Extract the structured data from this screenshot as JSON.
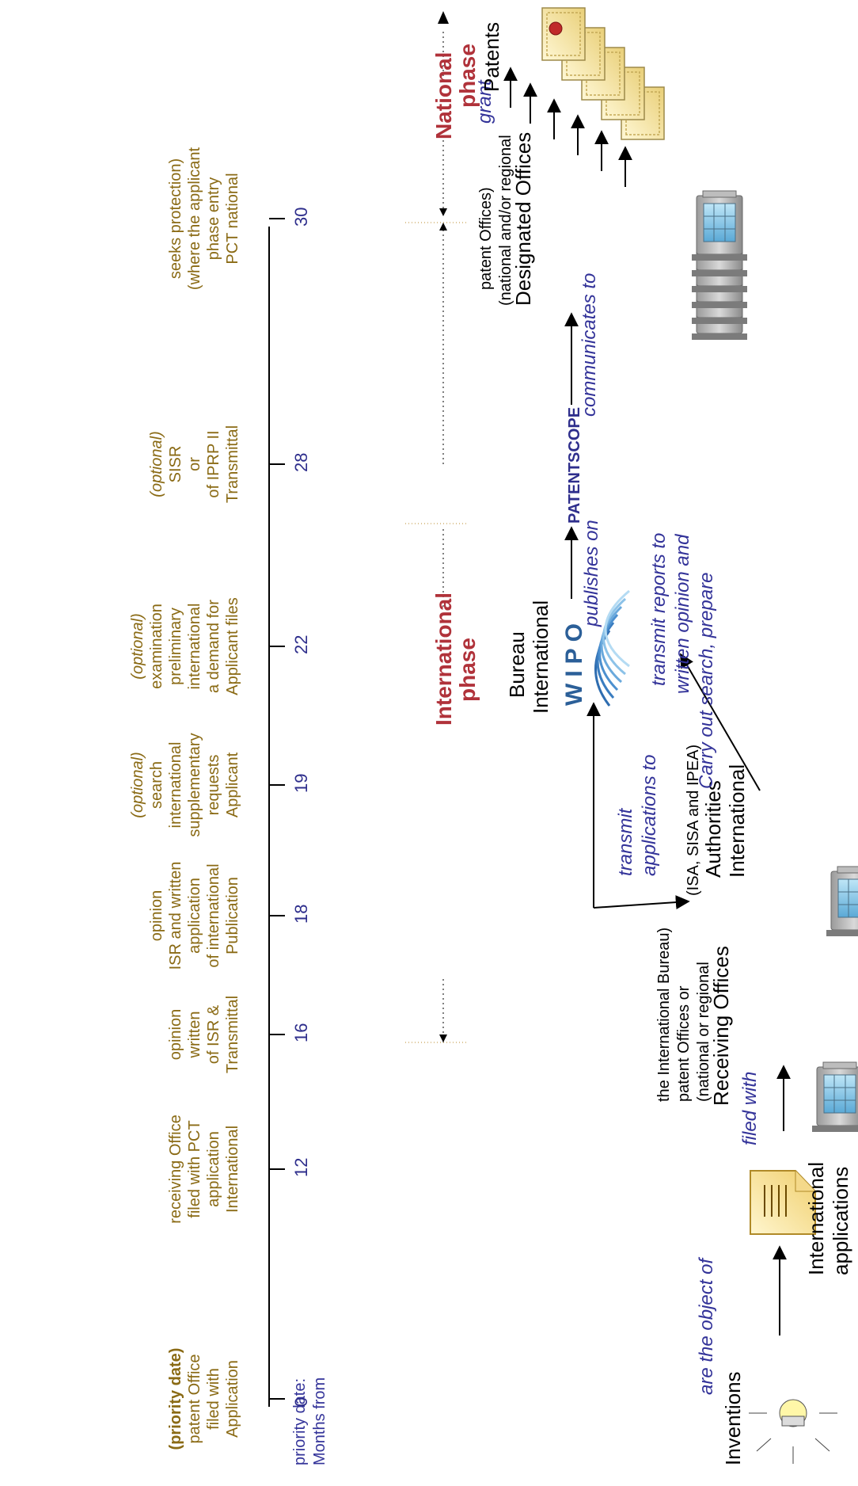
{
  "colors": {
    "accent_blue": "#2e2e8c",
    "annotation_blue": "#333399",
    "phase_red": "#b0323a",
    "milestone_brown": "#8a6a14",
    "line": "#000000"
  },
  "flow": {
    "inventions": "Inventions",
    "are_the_object_of": "are the object of",
    "international_applications": [
      "International",
      "applications"
    ],
    "filed_with": "filed with",
    "receiving_offices": "Receiving Offices",
    "receiving_offices_sub": [
      "(national or regional",
      "patent Offices or",
      "the International Bureau)"
    ],
    "transmit_applications_to": [
      "transmit",
      "applications to"
    ],
    "international_authorities": [
      "International",
      "Authorities"
    ],
    "international_authorities_sub": "(ISA, SISA and IPEA)",
    "carry_out_search": [
      "Carry out search, prepare",
      "written opinion and",
      "transmit reports to"
    ],
    "wipo_logo": "WIPO",
    "international_bureau": [
      "International",
      "Bureau"
    ],
    "publishes_on": "publishes on",
    "patentscope": "PATENTSCOPE",
    "communicates_to": "communicates to",
    "designated_offices": "Designated Offices",
    "designated_offices_sub": [
      "(national and/or regional",
      "patent Offices)"
    ],
    "grant": "grant",
    "patents": "Patents"
  },
  "timeline": {
    "months_label": [
      "Months from",
      "priority date:"
    ],
    "phases": [
      {
        "name": [
          "International",
          "phase"
        ]
      },
      {
        "name": [
          "National",
          "phase"
        ]
      }
    ],
    "milestones": [
      {
        "month": "0",
        "lines": [
          "Application",
          "filed with",
          "patent Office"
        ],
        "bold": "(priority date)",
        "optional": ""
      },
      {
        "month": "12",
        "lines": [
          "International",
          "application",
          "filed with PCT",
          "receiving Office"
        ],
        "bold": "",
        "optional": ""
      },
      {
        "month": "16",
        "lines": [
          "Transmittal",
          "of ISR &",
          "written",
          "opinion"
        ],
        "bold": "",
        "optional": ""
      },
      {
        "month": "18",
        "lines": [
          "Publication",
          "of international",
          "application",
          "ISR and written",
          "opinion"
        ],
        "bold": "",
        "optional": ""
      },
      {
        "month": "19",
        "lines": [
          "Applicant",
          "requests",
          "supplementary",
          "international",
          "search"
        ],
        "bold": "",
        "optional": "(optional)"
      },
      {
        "month": "22",
        "lines": [
          "Applicant files",
          "a demand for",
          "international",
          "preliminary",
          "examination"
        ],
        "bold": "",
        "optional": "(optional)"
      },
      {
        "month": "28",
        "lines": [
          "Transmittal",
          "of IPRP II",
          "or",
          "SISR"
        ],
        "bold": "",
        "optional": "(optional)"
      },
      {
        "month": "30",
        "lines": [
          "PCT national",
          "phase entry",
          "(where the applicant",
          "seeks protection)"
        ],
        "bold": "",
        "optional": ""
      }
    ]
  }
}
